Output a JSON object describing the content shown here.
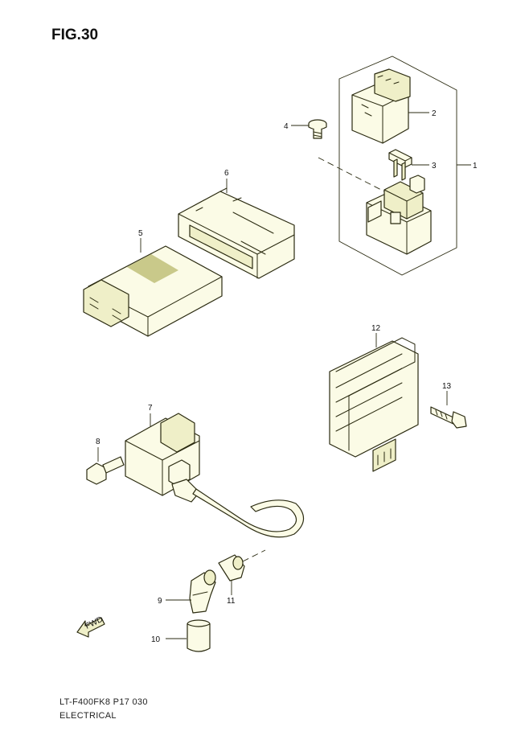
{
  "figure": {
    "title": "FIG.30",
    "code": "LT-F400FK8 P17  030",
    "section": "ELECTRICAL"
  },
  "callouts": [
    {
      "number": "1"
    },
    {
      "number": "2"
    },
    {
      "number": "3"
    },
    {
      "number": "4"
    },
    {
      "number": "5"
    },
    {
      "number": "6"
    },
    {
      "number": "7"
    },
    {
      "number": "8"
    },
    {
      "number": "9"
    },
    {
      "number": "10"
    },
    {
      "number": "11"
    },
    {
      "number": "12"
    },
    {
      "number": "13"
    }
  ],
  "direction_marker": {
    "label": "FWD",
    "icon": "forward-arrow-icon"
  },
  "colors": {
    "line": "#2a2a10",
    "part_fill": "#fbfbe6"
  }
}
